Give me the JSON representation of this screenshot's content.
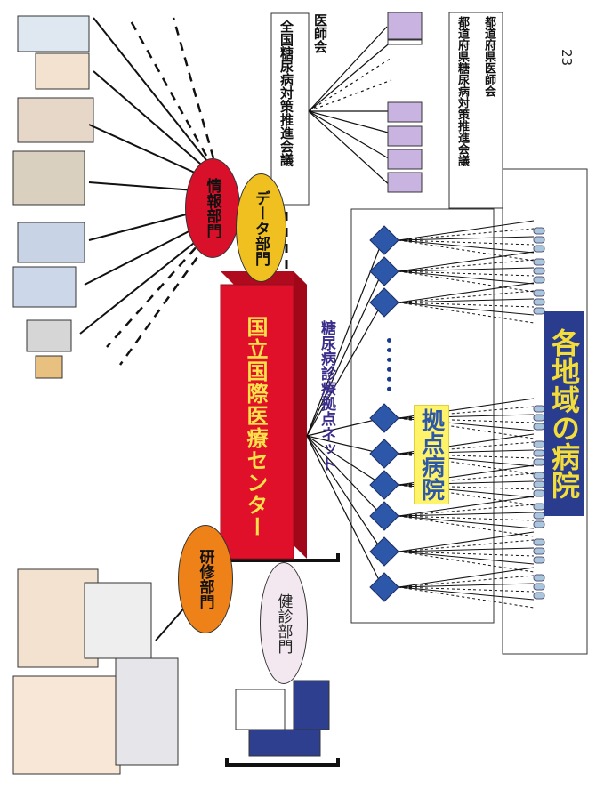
{
  "page_number": "23",
  "center": {
    "label": "国立国際医療センター"
  },
  "departments": {
    "joho": "情報部門",
    "data": "データ部門",
    "kenshu": "研修部門",
    "kenshin": "健診部門"
  },
  "network_label": "糖尿病診療拠点ネット",
  "hub_hospitals_label": "拠点病院",
  "regional_hospitals_label": "各地域の病院",
  "council": {
    "national": "全国糖尿病対策推進会議",
    "medical_association": "医師会",
    "prefectural": "都道府県糖尿病対策推進会議",
    "prefectural_medical": "都道府県医師会"
  },
  "ellipsis": "••••••",
  "colors": {
    "center_red": "#e0102a",
    "center_text": "#ffe24a",
    "joho_red": "#d8102a",
    "data_yellow": "#f0c020",
    "kenshu_orange": "#ee8218",
    "diamond_blue": "#2d57a8",
    "council_lavender": "#c9b3e0",
    "regional_navy": "#2a3c8e",
    "regional_text": "#f2dd3a",
    "network_purple": "#3a2e8a"
  }
}
